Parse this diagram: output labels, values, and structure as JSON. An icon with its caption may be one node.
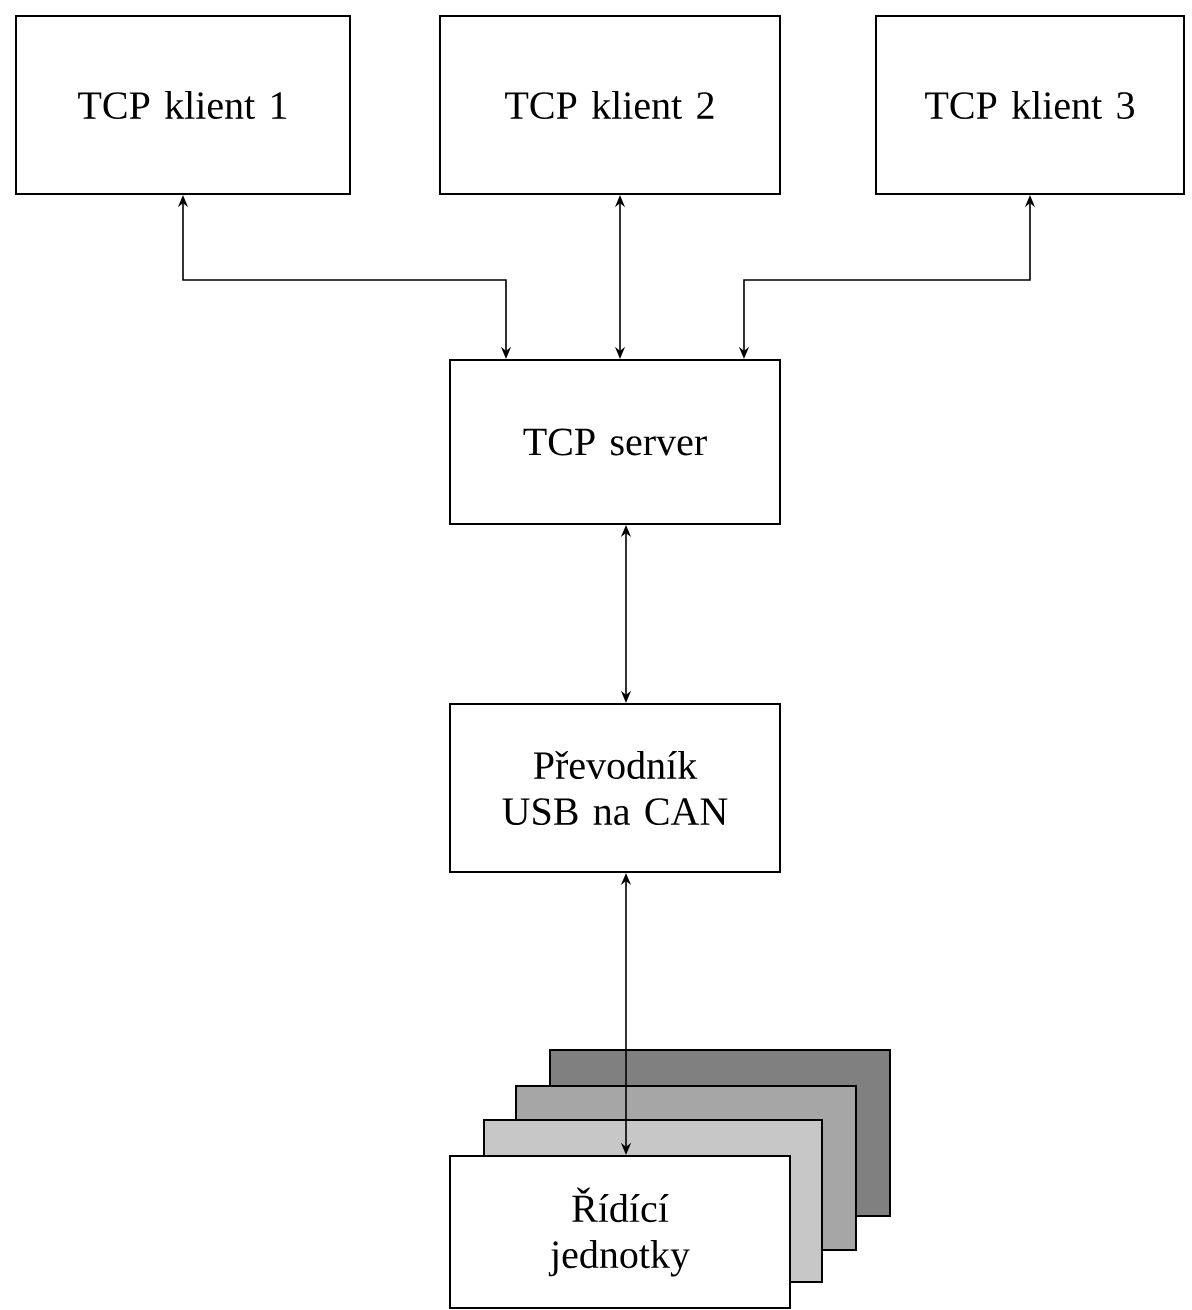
{
  "diagram": {
    "nodes": [
      {
        "text": [
          "TCP klient 1"
        ]
      },
      {
        "text": [
          "TCP klient 2"
        ]
      },
      {
        "text": [
          "TCP klient 3"
        ]
      },
      {
        "text": [
          "TCP server"
        ]
      },
      {
        "text": [
          "Převodník USB na CAN"
        ]
      },
      {
        "text": [
          "Řídící jednotky"
        ]
      }
    ],
    "edges": [
      {
        "from": 0,
        "to": 3,
        "arrow": "both"
      },
      {
        "from": 1,
        "to": 3,
        "arrow": "both"
      },
      {
        "from": 2,
        "to": 3,
        "arrow": "both"
      },
      {
        "from": 3,
        "to": 4,
        "arrow": "both"
      },
      {
        "from": 4,
        "to": 5,
        "arrow": "both"
      }
    ]
  }
}
